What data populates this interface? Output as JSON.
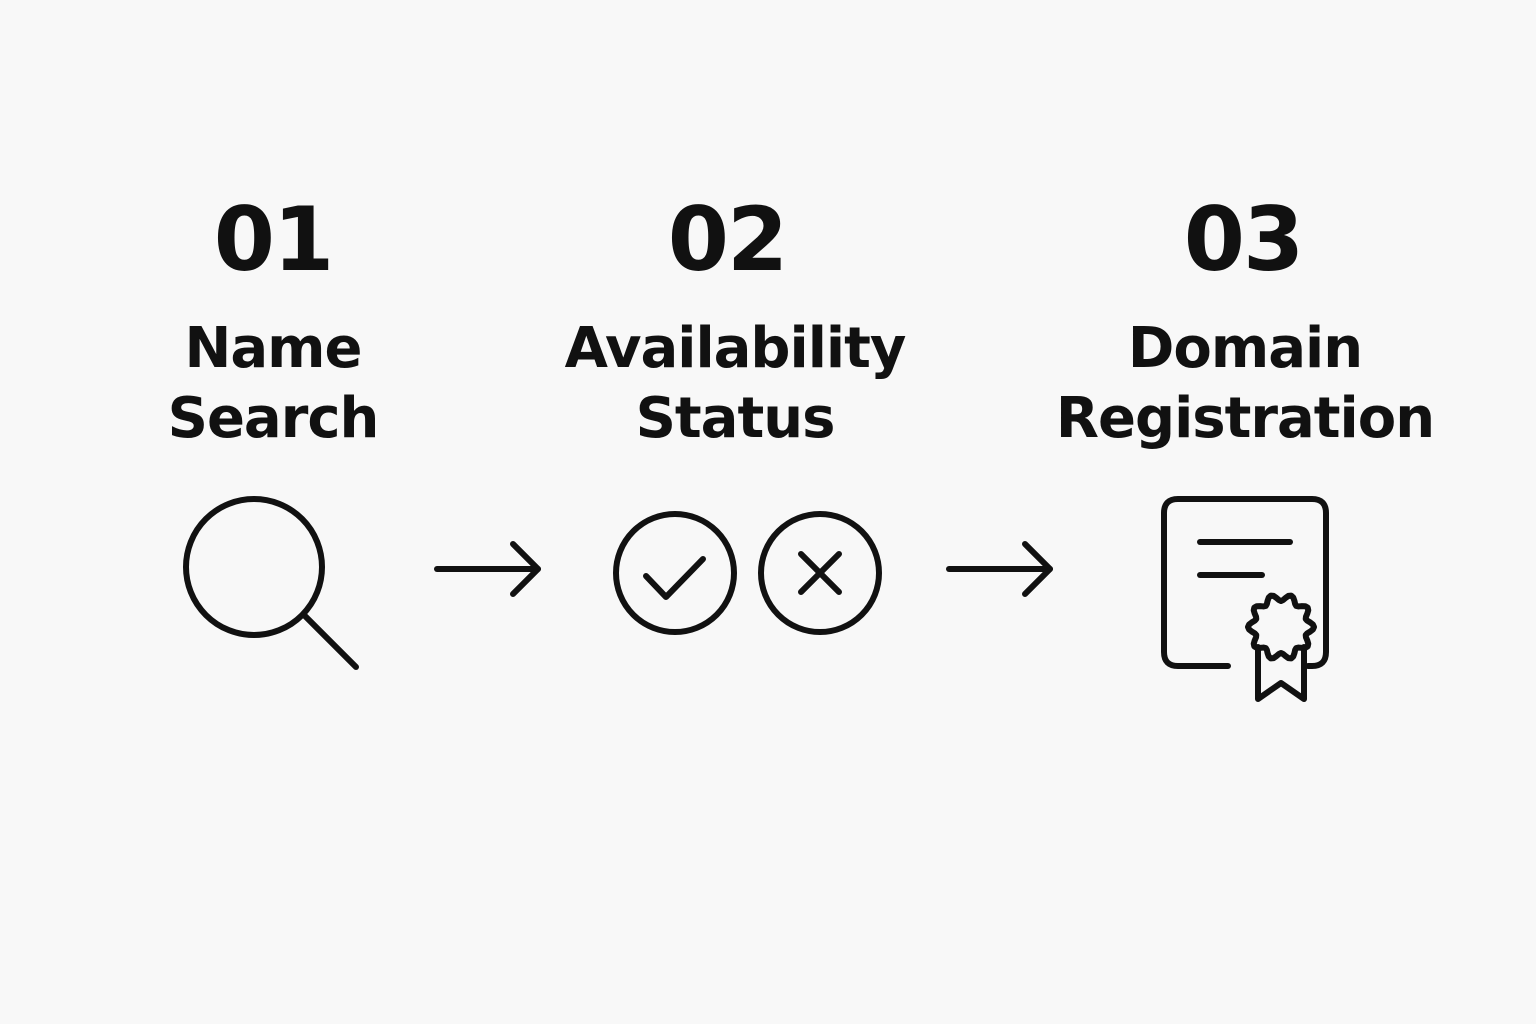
{
  "steps": [
    {
      "number": "01",
      "label_line1": "Name",
      "label_line2": "Search",
      "icon": "search-icon"
    },
    {
      "number": "02",
      "label_line1": "Availability",
      "label_line2": "Status",
      "icons": [
        "check-circle-icon",
        "x-circle-icon"
      ]
    },
    {
      "number": "03",
      "label_line1": "Domain",
      "label_line2": "Registration",
      "icon": "certificate-icon"
    }
  ],
  "connectors": [
    "arrow-right-icon",
    "arrow-right-icon"
  ],
  "colors": {
    "ink": "#111111",
    "background": "#f8f8f8"
  }
}
